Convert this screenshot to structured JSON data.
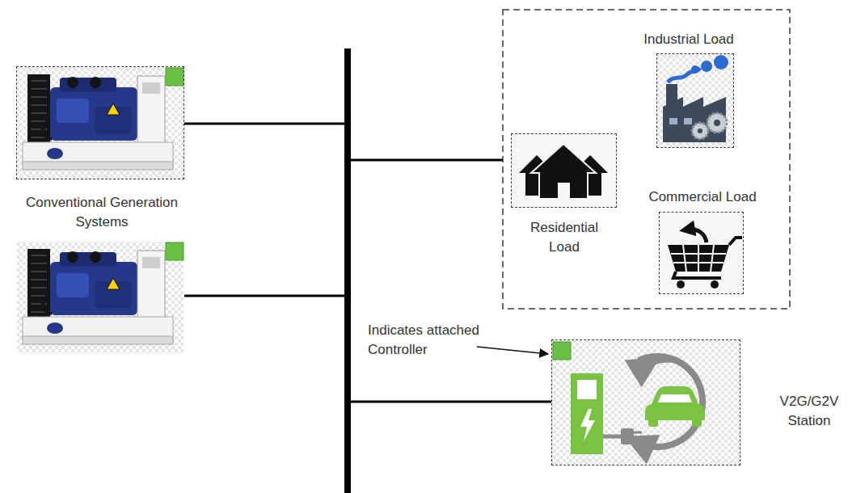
{
  "diagram": {
    "nodes": [
      {
        "text": [
          "Conventional Generation Systems"
        ]
      },
      {
        "text": [
          "Industrial Load"
        ]
      },
      {
        "text": [
          "Residential Load"
        ]
      },
      {
        "text": [
          "Commercial Load"
        ]
      },
      {
        "text": [
          "V2G/G2V Station"
        ]
      }
    ],
    "labels": [
      "Indicates attached Controller"
    ]
  }
}
